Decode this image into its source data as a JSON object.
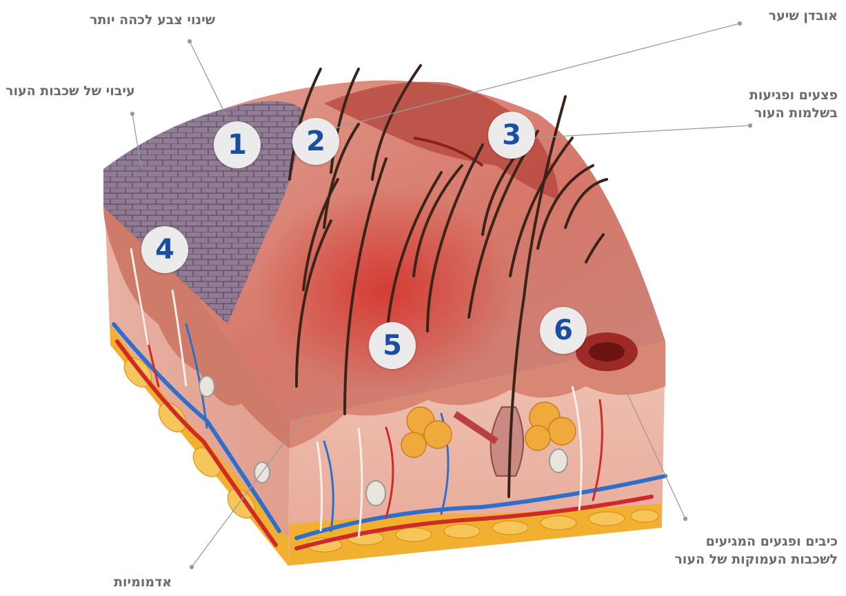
{
  "callouts": [
    {
      "id": "hair-loss",
      "lines": [
        "אובדן שיער"
      ]
    },
    {
      "id": "darker-color",
      "lines": [
        "שינוי צבע לכהה יותר"
      ]
    },
    {
      "id": "thickening",
      "lines": [
        "עיבוי של שכבות העור"
      ]
    },
    {
      "id": "cracks",
      "lines": [
        "פצעים ופגיעות",
        "בשלמות העור"
      ]
    },
    {
      "id": "deep-ulcers",
      "lines": [
        "כיבים ופגעים המגיעים",
        "לשכבות העמוקות של העור"
      ]
    },
    {
      "id": "redness",
      "lines": [
        "אדמומיות"
      ]
    }
  ],
  "markers": [
    "1",
    "2",
    "3",
    "4",
    "5",
    "6"
  ],
  "colors": {
    "label_text": "#6b6b6b",
    "marker_number": "#1a4fa0",
    "marker_bg": "#ecebec",
    "leader_line": "#9a9a9a",
    "skin_surface": "#d9897c",
    "dermis": "#eab3a4",
    "fat": "#f2b030",
    "vein": "#2e6fc9",
    "artery": "#cf2a2a",
    "discolored_skin": "#7c6a86",
    "hair": "#3a2318"
  }
}
